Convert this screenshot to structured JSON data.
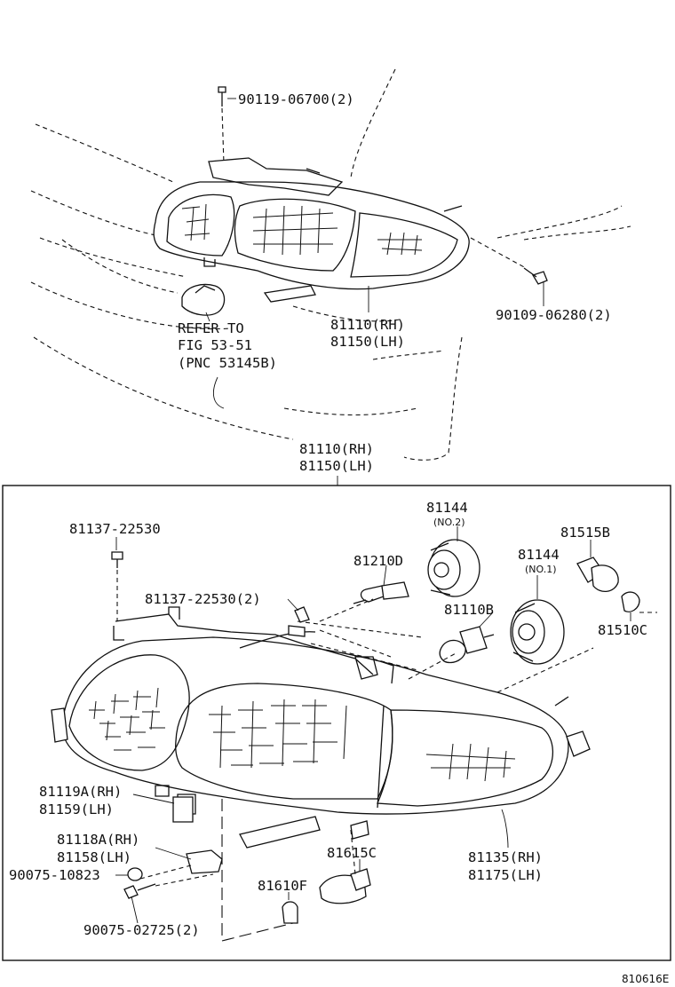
{
  "labels": {
    "screw_top": "90119-06700(2)",
    "screw_right": "90109-06280(2)",
    "refer_line1": "REFER TO",
    "refer_line2": "FIG 53-51",
    "refer_line3": "(PNC 53145B)",
    "assy_upper_rh": "81110(RH)",
    "assy_upper_lh": "81150(LH)",
    "assy_main_rh": "81110(RH)",
    "assy_main_lh": "81150(LH)",
    "screw_81137_a": "81137-22530",
    "screw_81137_b": "81137-22530(2)",
    "bulb_81210d": "81210D",
    "socket_81144_no2": "81144",
    "socket_81144_no2_sub": "(NO.2)",
    "socket_81144_no1": "81144",
    "socket_81144_no1_sub": "(NO.1)",
    "bulb_81515b": "81515B",
    "bulb_81110b": "81110B",
    "bulb_81510c": "81510C",
    "bracket_81119a_rh": "81119A(RH)",
    "bracket_81159_lh": "81159(LH)",
    "bracket_81118a_rh": "81118A(RH)",
    "bracket_81158_lh": "81158(LH)",
    "nut_90075_10823": "90075-10823",
    "screw_90075_02725": "90075-02725(2)",
    "socket_81615c": "81615C",
    "bulb_81610f": "81610F",
    "lens_81135_rh": "81135(RH)",
    "lens_81175_lh": "81175(LH)",
    "figure_code": "810616E"
  }
}
